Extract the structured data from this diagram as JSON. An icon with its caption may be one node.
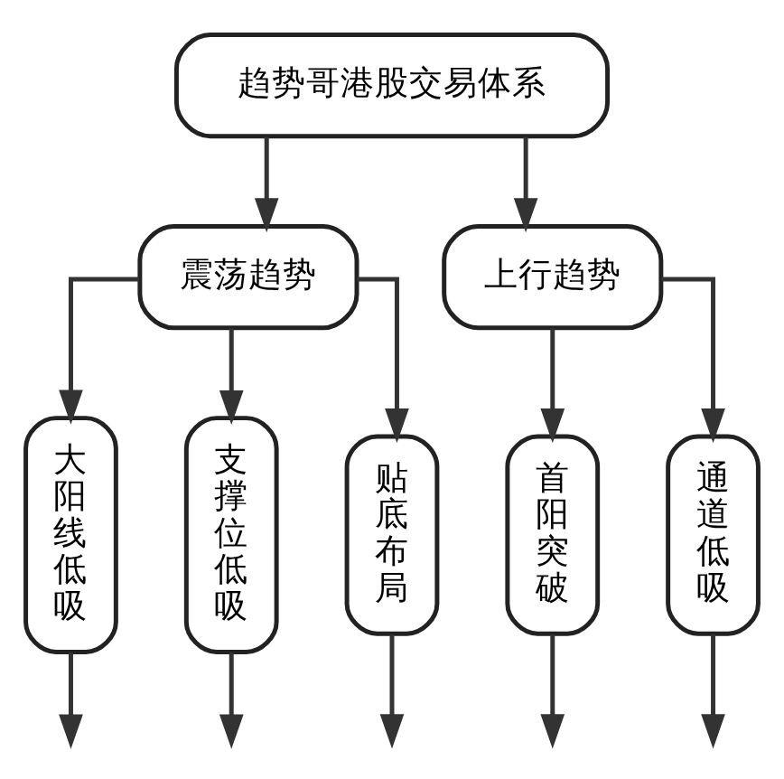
{
  "diagram": {
    "nodes": [
      {
        "text": [
          "趋势哥港股交易体系"
        ]
      },
      {
        "text": [
          "震荡趋势"
        ]
      },
      {
        "text": [
          "上行趋势"
        ]
      },
      {
        "text": [
          "大阳线低吸"
        ]
      },
      {
        "text": [
          "支撑位低吸"
        ]
      },
      {
        "text": [
          "贴底布局"
        ]
      },
      {
        "text": [
          "首阳突破"
        ]
      },
      {
        "text": [
          "通道低吸"
        ]
      }
    ],
    "edges": [
      {
        "from": 0,
        "to": 1,
        "arrow": "to"
      },
      {
        "from": 0,
        "to": 2,
        "arrow": "to"
      },
      {
        "from": 1,
        "to": 3,
        "arrow": "to"
      },
      {
        "from": 1,
        "to": 4,
        "arrow": "to"
      },
      {
        "from": 1,
        "to": 5,
        "arrow": "to"
      },
      {
        "from": 2,
        "to": 6,
        "arrow": "to"
      },
      {
        "from": 2,
        "to": 7,
        "arrow": "to"
      },
      {
        "from": 3,
        "to": null,
        "arrow": "to"
      },
      {
        "from": 4,
        "to": null,
        "arrow": "to"
      },
      {
        "from": 5,
        "to": null,
        "arrow": "to"
      },
      {
        "from": 6,
        "to": null,
        "arrow": "to"
      },
      {
        "from": 7,
        "to": null,
        "arrow": "to"
      }
    ]
  }
}
